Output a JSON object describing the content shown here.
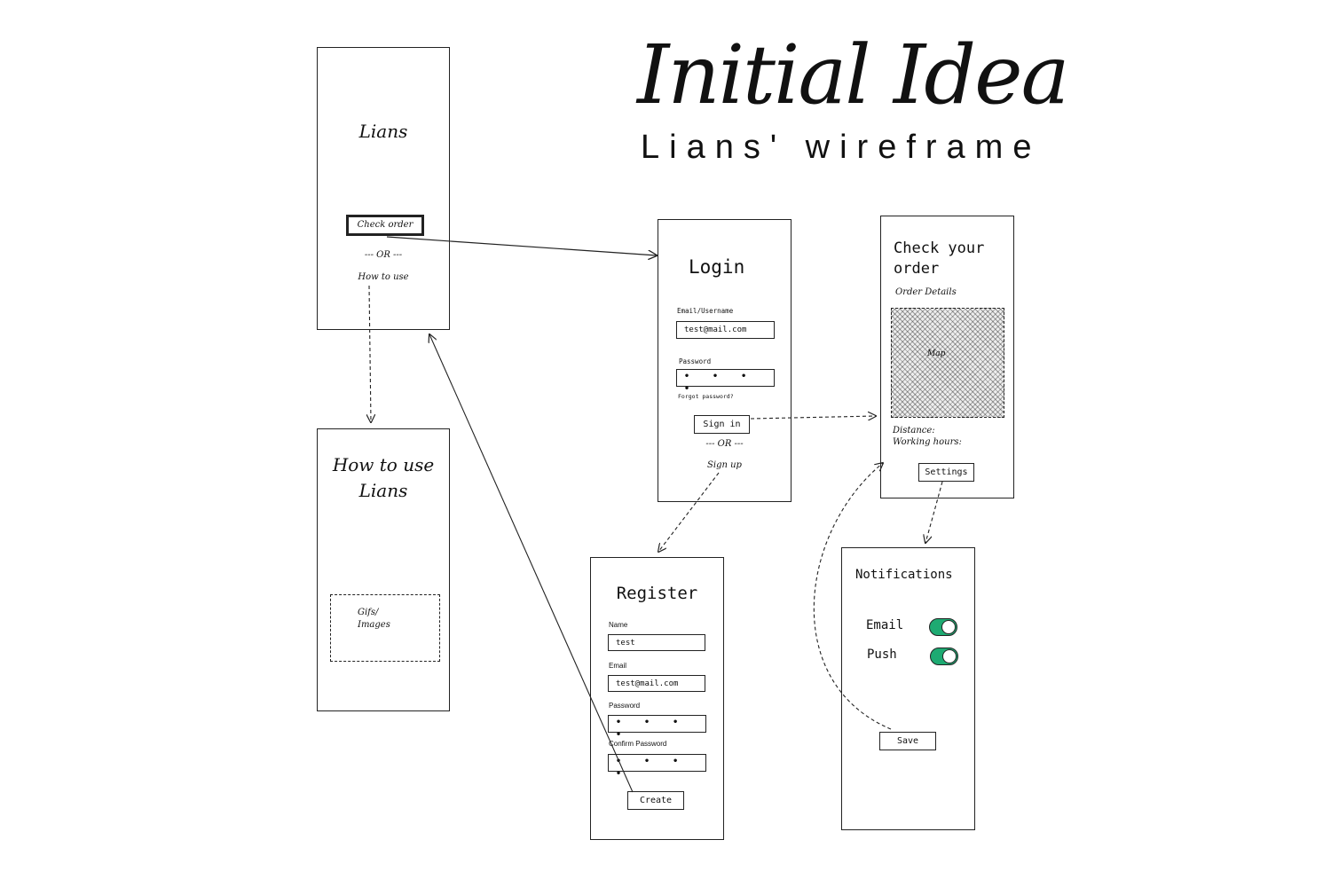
{
  "header": {
    "title": "Initial Idea",
    "subtitle": "Lians' wireframe"
  },
  "home": {
    "title": "Lians",
    "check_order": "Check order",
    "or": "--- OR ---",
    "how_to": "How to use"
  },
  "howto": {
    "title_line1": "How to use",
    "title_line2": "Lians",
    "media_line1": "Gifs/",
    "media_line2": "Images"
  },
  "login": {
    "title": "Login",
    "email_label": "Email/Username",
    "email_value": "test@mail.com",
    "password_label": "Password",
    "password_value": "• • • •",
    "forgot": "Forgot password?",
    "sign_in": "Sign in",
    "or": "--- OR ---",
    "sign_up": "Sign up"
  },
  "register": {
    "title": "Register",
    "name_label": "Name",
    "name_value": "test",
    "email_label": "Email",
    "email_value": "test@mail.com",
    "password_label": "Password",
    "password_value": "• • • •",
    "confirm_label": "Confirm Password",
    "confirm_value": "• • • •",
    "create": "Create"
  },
  "order": {
    "title_line1": "Check your",
    "title_line2": "order",
    "details": "Order Details",
    "map": "Map",
    "distance": "Distance:",
    "hours": "Working hours:",
    "settings": "Settings"
  },
  "notifications": {
    "title": "Notifications",
    "email_label": "Email",
    "email_on": true,
    "push_label": "Push",
    "push_on": true,
    "save": "Save"
  },
  "colors": {
    "toggle_on": "#1eaa72",
    "stroke": "#222222",
    "background": "#ffffff"
  }
}
